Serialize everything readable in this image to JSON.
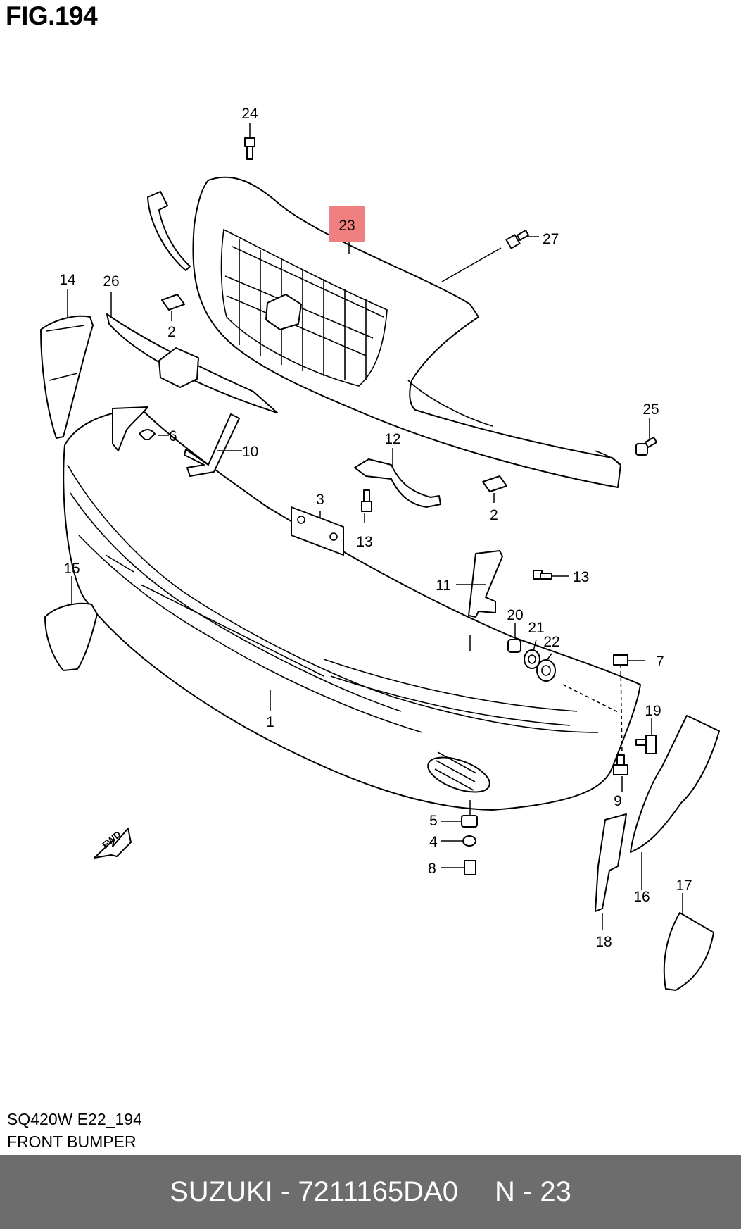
{
  "figure": {
    "title": "FIG.194",
    "model_code": "SQ420W E22_194",
    "caption": "FRONT BUMPER"
  },
  "footer": {
    "brand_part": "SUZUKI - 7211165DA0",
    "ref": "N - 23"
  },
  "highlight": {
    "label": "23",
    "color": "#f08080"
  },
  "parts": {
    "p1": "1",
    "p2a": "2",
    "p2b": "2",
    "p3": "3",
    "p4": "4",
    "p5": "5",
    "p6": "6",
    "p7": "7",
    "p8": "8",
    "p9": "9",
    "p10": "10",
    "p11": "11",
    "p12": "12",
    "p13a": "13",
    "p13b": "13",
    "p14": "14",
    "p15": "15",
    "p16": "16",
    "p17": "17",
    "p18": "18",
    "p19": "19",
    "p20": "20",
    "p21": "21",
    "p22": "22",
    "p24": "24",
    "p25": "25",
    "p26": "26",
    "p27": "27"
  },
  "fwd_label": "FWD"
}
